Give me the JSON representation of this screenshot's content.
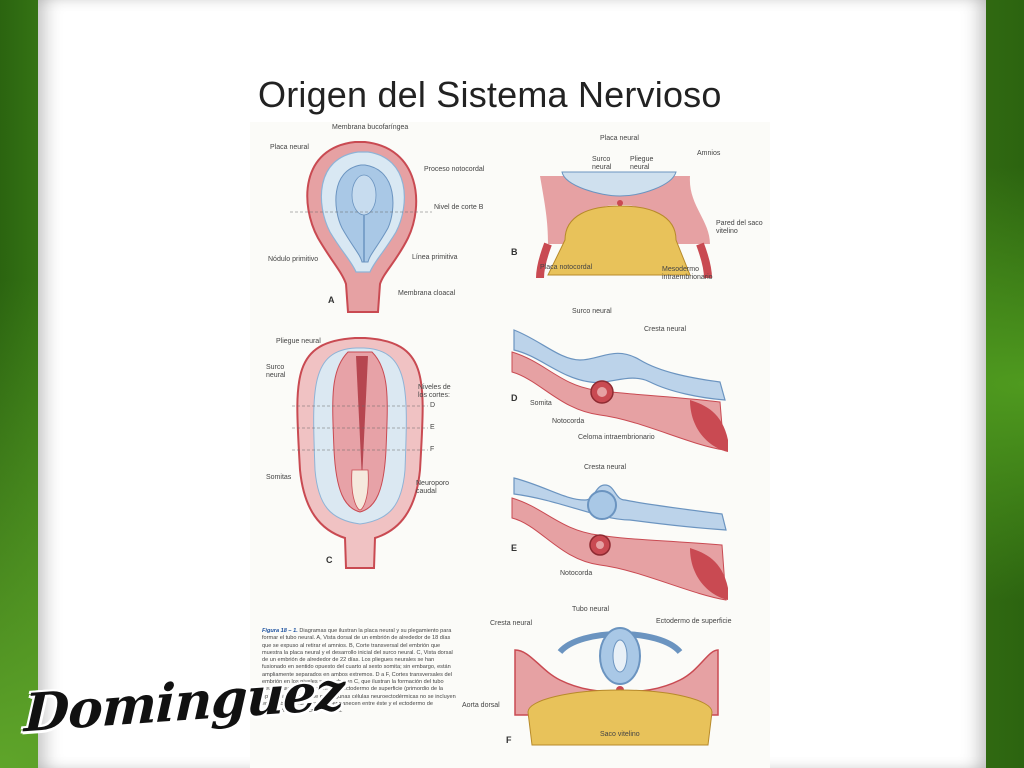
{
  "slide": {
    "title": "Origen del Sistema Nervioso",
    "logo_text": "Dominguez"
  },
  "panels": {
    "A": {
      "letter": "A",
      "labels": {
        "membrana_bucofaringea": "Membrana bucofaríngea",
        "placa_neural": "Placa neural",
        "proceso_notocordal": "Proceso notocordal",
        "nivel_corte": "Nivel de corte B",
        "nodulo_primitivo": "Nódulo primitivo",
        "linea_primitiva": "Línea primitiva",
        "membrana_cloacal": "Membrana cloacal"
      }
    },
    "B": {
      "letter": "B",
      "labels": {
        "placa_neural": "Placa neural",
        "surco_neural": "Surco neural",
        "pliegue_neural": "Pliegue neural",
        "amnios": "Amnios",
        "pared_saco": "Pared del saco vitelino",
        "placa_notocordal": "Placa notocordal",
        "mesodermo": "Mesodermo intraembrionario"
      }
    },
    "C": {
      "letter": "C",
      "labels": {
        "pliegue_neural": "Pliegue neural",
        "surco_neural": "Surco neural",
        "niveles_cortes": "Niveles de los cortes:",
        "d": "D",
        "e": "E",
        "f": "F",
        "somitas": "Somitas",
        "neuroporo": "Neuroporo caudal"
      }
    },
    "D": {
      "letter": "D",
      "labels": {
        "surco_neural": "Surco neural",
        "cresta_neural": "Cresta neural",
        "somita": "Somita",
        "notocorda": "Notocorda",
        "celoma": "Celoma intraembrionario"
      }
    },
    "E": {
      "letter": "E",
      "labels": {
        "cresta_neural": "Cresta neural",
        "notocorda": "Notocorda"
      }
    },
    "F": {
      "letter": "F",
      "labels": {
        "tubo_neural": "Tubo neural",
        "cresta_neural": "Cresta neural",
        "ectodermo": "Ectodermo de superficie",
        "aorta_dorsal": "Aorta dorsal",
        "saco_vitelino": "Saco vitelino"
      }
    }
  },
  "caption": {
    "figure_number": "Figura 18 – 1.",
    "text": "Diagramas que ilustran la placa neural y su plegamiento para formar el tubo neural. A, Vista dorsal de un embrión de alrededor de 18 días que se expuso al retirar el amnios. B, Corte transversal del embrión que muestra la placa neural y el desarrollo inicial del surco neural. C, Vista dorsal de un embrión de alrededor de 22 días. Los pliegues neurales se han fusionado en sentido opuesto del cuarto al sexto somita; sin embargo, están ampliamente separados en ambos extremos. D a F, Cortes transversales del embrión en los niveles señalados en C, que ilustran la formación del tubo neural y su desprendimiento del ectodermo de superficie (primordio de la epidermis). Obsérvese que algunas células neuroectodérmicas no se incluyen en el tubo neural, sino que permanecen entre éste y el ectodermo de superficie como la cresta neural."
  },
  "colors": {
    "background_green": "#3f8418",
    "slide_white": "#ffffff",
    "tissue_pink": "#e6a1a3",
    "tissue_red": "#c94a52",
    "neural_blue": "#a9c8e6",
    "yolk_yellow": "#e8c25a"
  }
}
